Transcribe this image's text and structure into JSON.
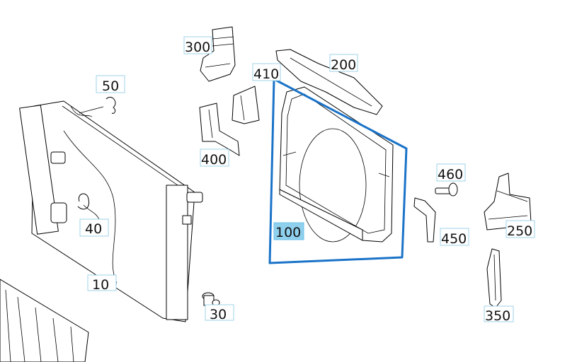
{
  "diagram": {
    "callouts": [
      {
        "id": "300",
        "label": "300"
      },
      {
        "id": "410",
        "label": "410"
      },
      {
        "id": "200",
        "label": "200"
      },
      {
        "id": "50",
        "label": "50"
      },
      {
        "id": "400",
        "label": "400"
      },
      {
        "id": "460",
        "label": "460"
      },
      {
        "id": "40",
        "label": "40"
      },
      {
        "id": "100",
        "label": "100",
        "selected": true
      },
      {
        "id": "450",
        "label": "450"
      },
      {
        "id": "250",
        "label": "250"
      },
      {
        "id": "10",
        "label": "10"
      },
      {
        "id": "30",
        "label": "30"
      },
      {
        "id": "350",
        "label": "350"
      }
    ],
    "colors": {
      "highlight": "#1a73c8",
      "selected_fill": "#8fd0ee",
      "callout_border": "#9fd3ea"
    }
  }
}
